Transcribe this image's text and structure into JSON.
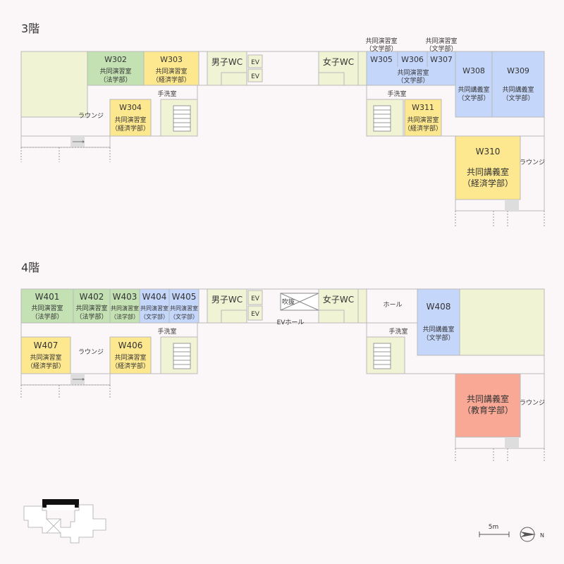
{
  "colors": {
    "law": "#c3e1b2",
    "economics": "#fde88f",
    "letters": "#c5d6fb",
    "education": "#f9a896",
    "plain": "#f1f3d5",
    "wall": "#b9b9b9"
  },
  "floor3": {
    "title": "3階",
    "w302": {
      "code": "W302",
      "name": "共同演習室",
      "dept": "（法学部）"
    },
    "w303": {
      "code": "W303",
      "name": "共同演習室",
      "dept": "（経済学部）"
    },
    "w304": {
      "code": "W304",
      "name": "共同演習室",
      "dept": "（経済学部）"
    },
    "w305": {
      "code": "W305"
    },
    "w306": {
      "code": "W306"
    },
    "w307": {
      "code": "W307"
    },
    "w305_307": {
      "name": "共同演習室",
      "dept": "（文学部）"
    },
    "top_label_1": {
      "name": "共同演習室",
      "dept": "（文学部）"
    },
    "top_label_2": {
      "name": "共同演習室",
      "dept": "（文学部）"
    },
    "w308": {
      "code": "W308",
      "name": "共同講義室",
      "dept": "（文学部）"
    },
    "w309": {
      "code": "W309",
      "name": "共同講義室",
      "dept": "（文学部）"
    },
    "w310": {
      "code": "W310",
      "name": "共同講義室",
      "dept": "（経済学部）"
    },
    "w311": {
      "code": "W311",
      "name": "共同演習室",
      "dept": "（経済学部）"
    },
    "mens_wc": "男子WC",
    "womens_wc": "女子WC",
    "ev1": "EV",
    "ev2": "EV",
    "washroom_left": "手洗室",
    "washroom_right": "手洗室",
    "lounge_left": "ラウンジ",
    "lounge_right": "ラウンジ"
  },
  "floor4": {
    "title": "4階",
    "w401": {
      "code": "W401",
      "name": "共同演習室",
      "dept": "（法学部）"
    },
    "w402": {
      "code": "W402",
      "name": "共同演習室",
      "dept": "（法学部）"
    },
    "w403": {
      "code": "W403",
      "name": "共同演習室",
      "dept": "（法学部）"
    },
    "w404": {
      "code": "W404",
      "name": "共同演習室",
      "dept": "（文学部）"
    },
    "w405": {
      "code": "W405",
      "name": "共同演習室",
      "dept": "（文学部）"
    },
    "w406": {
      "code": "W406",
      "name": "共同演習室",
      "dept": "（経済学部）"
    },
    "w407": {
      "code": "W407",
      "name": "共同演習室",
      "dept": "（経済学部）"
    },
    "w408": {
      "code": "W408",
      "name": "共同講義室",
      "dept": "（文学部）"
    },
    "edu": {
      "name": "共同講義室",
      "dept": "（教育学部）"
    },
    "mens_wc": "男子WC",
    "womens_wc": "女子WC",
    "ev1": "EV",
    "ev2": "EV",
    "void": "吹抜",
    "ev_hall": "EVホール",
    "hall": "ホール",
    "washroom_left": "手洗室",
    "washroom_right": "手洗室",
    "lounge_left": "ラウンジ",
    "lounge_right": "ラウンジ"
  },
  "scale_label": "5m",
  "compass": "N"
}
